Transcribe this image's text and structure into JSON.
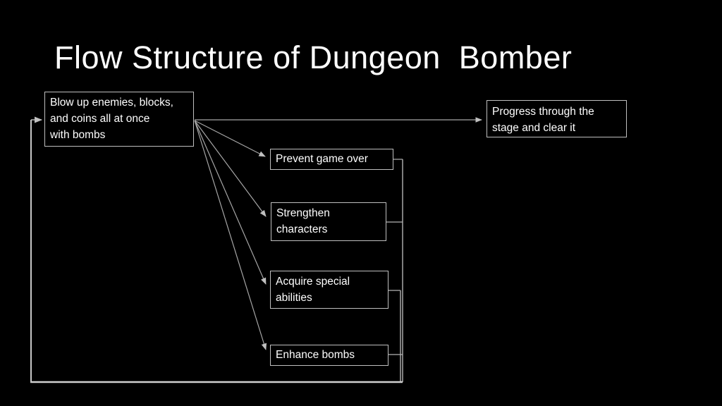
{
  "slide": {
    "title": "Flow Structure of Dungeon  Bomber",
    "background_color": "#000000",
    "title_color": "#ffffff"
  },
  "nodes": {
    "start": {
      "lines": [
        "Blow up enemies, blocks,",
        "and coins all at once",
        "with bombs"
      ]
    },
    "progress": {
      "lines": [
        "Progress through the",
        "stage and clear it"
      ]
    },
    "prevent": {
      "lines": [
        "Prevent game over"
      ]
    },
    "strengthen": {
      "lines": [
        "Strengthen",
        "characters"
      ]
    },
    "acquire": {
      "lines": [
        "Acquire special",
        "abilities"
      ]
    },
    "enhance": {
      "lines": [
        "Enhance bombs"
      ]
    }
  },
  "edges": [
    {
      "from": "start",
      "to": "progress",
      "type": "arrow"
    },
    {
      "from": "start",
      "to": "prevent",
      "type": "arrow"
    },
    {
      "from": "start",
      "to": "strengthen",
      "type": "arrow"
    },
    {
      "from": "start",
      "to": "acquire",
      "type": "arrow"
    },
    {
      "from": "start",
      "to": "enhance",
      "type": "arrow"
    },
    {
      "from": "prevent",
      "to": "start",
      "type": "feedback-loop"
    },
    {
      "from": "strengthen",
      "to": "start",
      "type": "feedback-loop"
    },
    {
      "from": "acquire",
      "to": "start",
      "type": "feedback-loop"
    },
    {
      "from": "enhance",
      "to": "start",
      "type": "feedback-loop"
    }
  ],
  "colors": {
    "box_border": "#bfbfbf",
    "fan_line": "#a6a6a6",
    "elbow_line": "#b3b3b3",
    "loop_bottom_line": "#d0d0d0",
    "loop_left_line": "#c8c8c8",
    "arrowhead": "#c0c0c0",
    "text": "#ffffff"
  }
}
